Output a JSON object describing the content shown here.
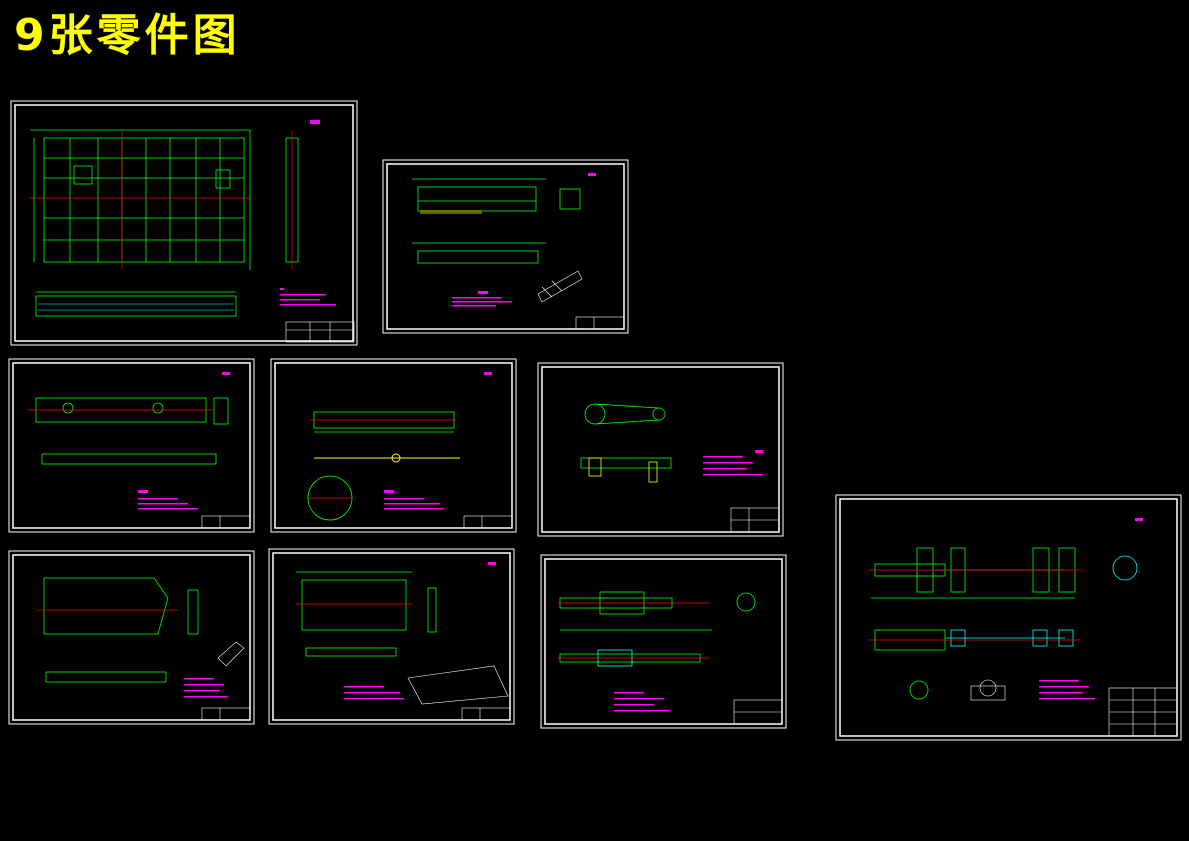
{
  "title": "9张零件图",
  "colors": {
    "background": "#000000",
    "title": "#ffff00",
    "border": "#ffffff",
    "geometry": "#00ff00",
    "centerline": "#ff0000",
    "text": "#ff00ff",
    "detail": "#00ffff",
    "highlight": "#ffff00"
  },
  "sheets": [
    {
      "name": "sheet-1",
      "kind": "frame-plate"
    },
    {
      "name": "sheet-2",
      "kind": "rack-bar"
    },
    {
      "name": "sheet-3",
      "kind": "slotted-plate"
    },
    {
      "name": "sheet-4",
      "kind": "long-shaft"
    },
    {
      "name": "sheet-5",
      "kind": "lever-arm"
    },
    {
      "name": "sheet-6",
      "kind": "bracket-plate"
    },
    {
      "name": "sheet-7",
      "kind": "cover-plate"
    },
    {
      "name": "sheet-8",
      "kind": "cylinder-rod"
    },
    {
      "name": "sheet-9",
      "kind": "screw-assembly"
    }
  ]
}
